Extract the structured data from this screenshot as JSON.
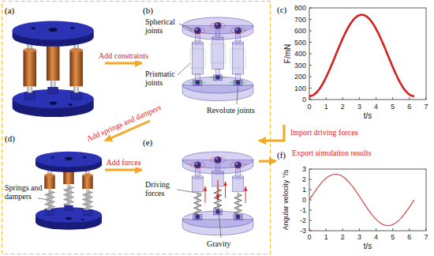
{
  "diagram": {
    "nodes": [
      {
        "text": [
          "(a)"
        ]
      },
      {
        "text": [
          "(b)"
        ]
      },
      {
        "text": [
          "(c)"
        ]
      },
      {
        "text": [
          "(d)"
        ]
      },
      {
        "text": [
          "(e)"
        ]
      },
      {
        "text": [
          "(f)"
        ]
      }
    ],
    "edges": [
      {
        "from": 0,
        "to": 1,
        "arrow": "to",
        "label": "Add constraints"
      },
      {
        "from": 1,
        "to": 3,
        "arrow": "to",
        "label": "Add springs and dampers"
      },
      {
        "from": 3,
        "to": 4,
        "arrow": "to",
        "label": "Add forces"
      },
      {
        "from": 2,
        "to": 4,
        "arrow": "to",
        "label": "Import driving forces"
      },
      {
        "from": 4,
        "to": 5,
        "arrow": "to",
        "label": "Export simulation results"
      }
    ],
    "labels": [
      "Spherical joints",
      "Prismatic joints",
      "Revolute joints",
      "Springs and dampers",
      "Driving forces",
      "Gravity",
      "F/mN",
      "t/s",
      "0",
      "100",
      "200",
      "300",
      "400",
      "500",
      "600",
      "700",
      "800",
      "0",
      "1",
      "2",
      "3",
      "4",
      "5",
      "6",
      "7",
      "Angular velocity °/s",
      "t/s",
      "-3",
      "-2",
      "-1",
      "0",
      "1",
      "2",
      "3",
      "0",
      "1",
      "2",
      "3",
      "4",
      "5",
      "6",
      "7"
    ]
  }
}
